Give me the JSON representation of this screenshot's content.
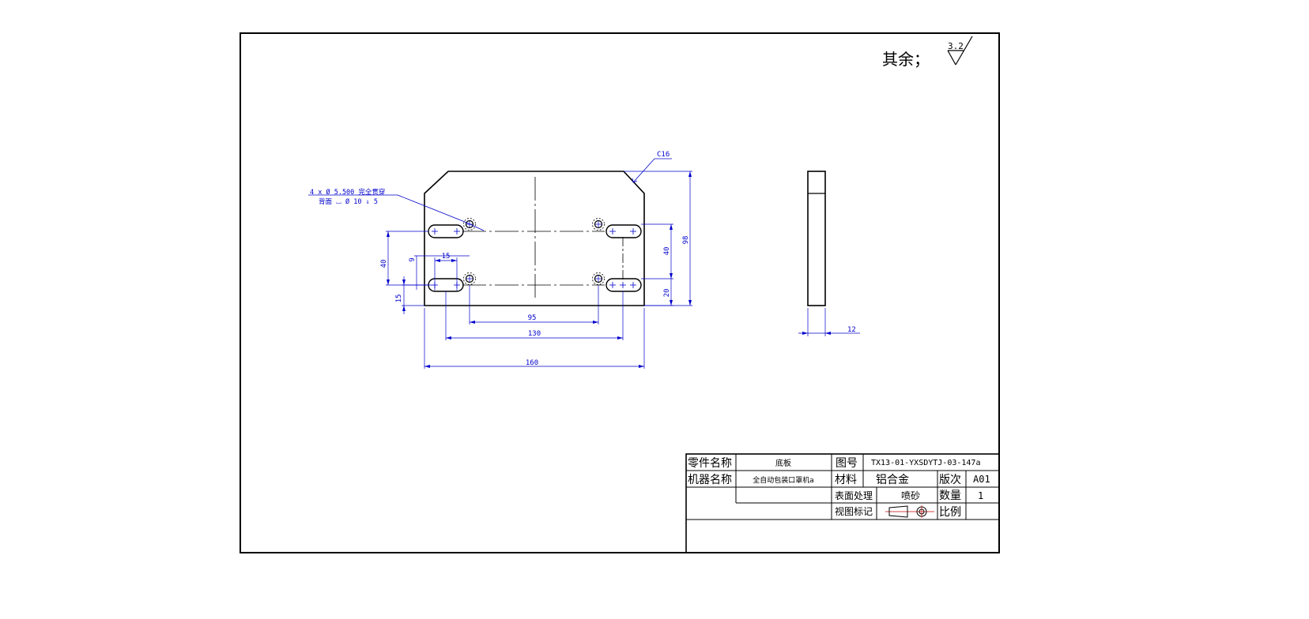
{
  "roughness_note": {
    "prefix": "其余；",
    "value": "3.2"
  },
  "chamfer_label": "C16",
  "hole_callout": {
    "line1": "4 x  Ø 5.500 完全贯穿",
    "line2": "背面 ⌴  Ø 10 ⇓ 5"
  },
  "dimensions": {
    "d40_left": "40",
    "d9": "9",
    "d15_horiz": "15",
    "d15_vert": "15",
    "d95": "95",
    "d130": "130",
    "d160": "160",
    "d40_right": "40",
    "d20": "20",
    "d98": "98",
    "d12": "12"
  },
  "title_block": {
    "part_name_label": "零件名称",
    "part_name_value": "底板",
    "drawing_no_label": "图号",
    "drawing_no_value": "TX13-01-YXSDYTJ-03-147a",
    "machine_name_label": "机器名称",
    "machine_name_value": "全自动包装口罩机a",
    "material_label": "材料",
    "material_value": "铝合金",
    "revision_label": "版次",
    "revision_value": "A01",
    "surface_label": "表面处理",
    "surface_value": "喷砂",
    "quantity_label": "数量",
    "quantity_value": "1",
    "view_mark_label": "视图标记",
    "scale_label": "比例",
    "scale_value": ""
  }
}
